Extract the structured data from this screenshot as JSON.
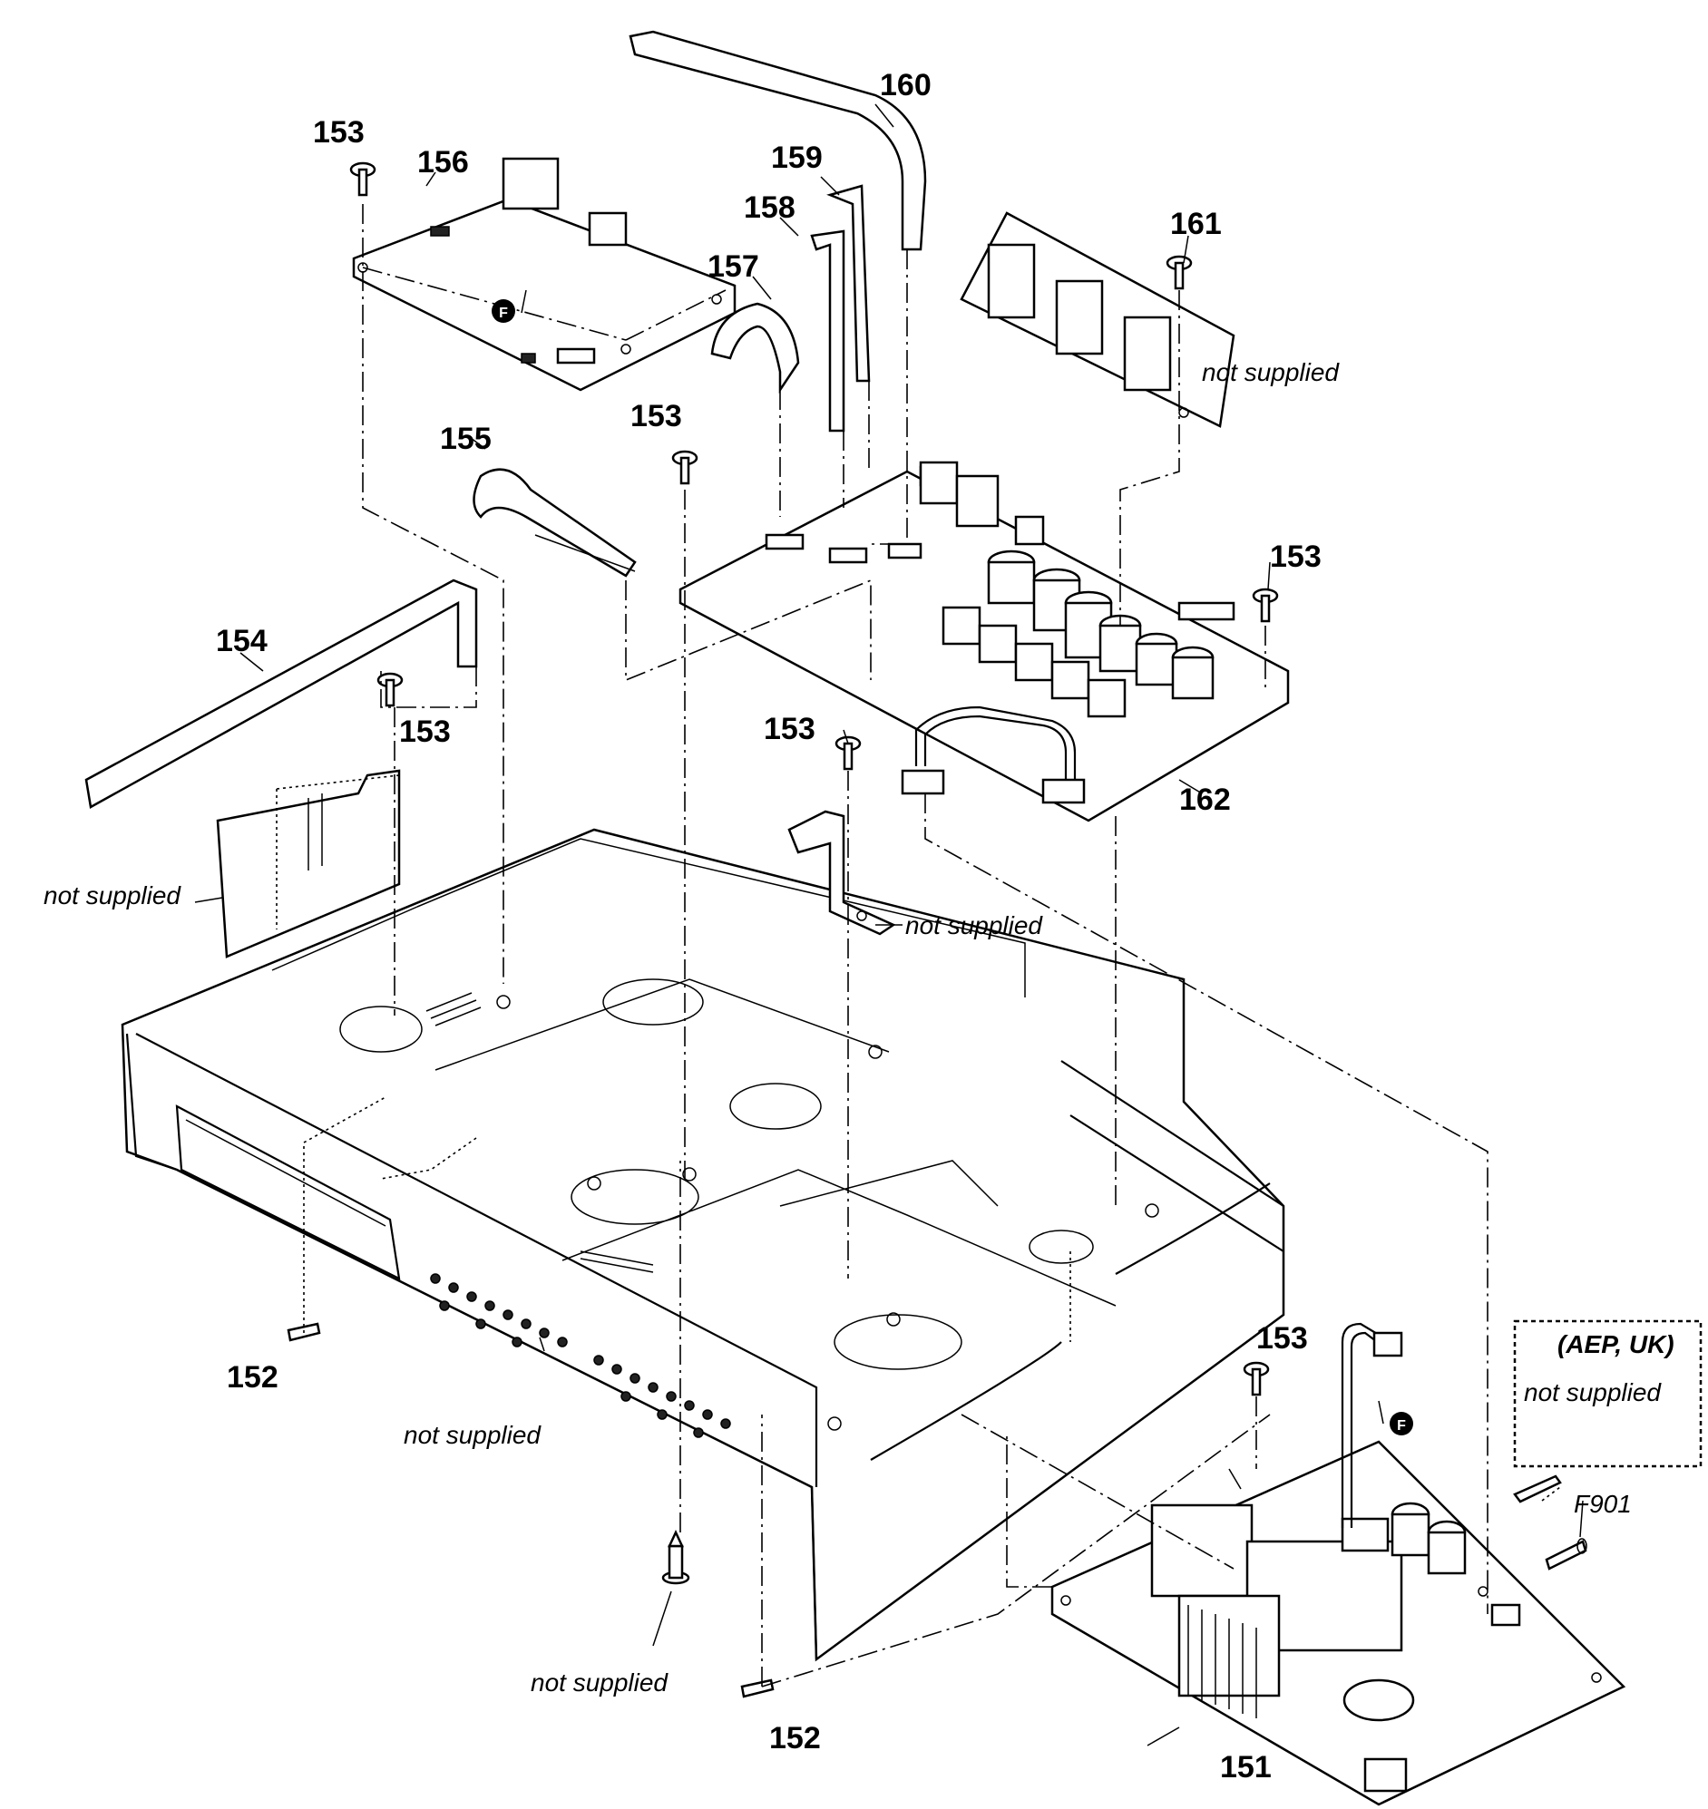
{
  "callouts": {
    "p151": "151",
    "p152_left": "152",
    "p152_bottom": "152",
    "p153_top_left": "153",
    "p153_mid": "153",
    "p153_right": "153",
    "p153_left_bracket": "153",
    "p153_center_bracket": "153",
    "p153_power": "153",
    "p154": "154",
    "p155": "155",
    "p156": "156",
    "p157": "157",
    "p158": "158",
    "p159": "159",
    "p160": "160",
    "p161": "161",
    "p162": "162",
    "f901": "F901"
  },
  "notes": {
    "not_supplied_jack_board": "not supplied",
    "not_supplied_left_bracket": "not supplied",
    "not_supplied_center_bracket": "not supplied",
    "not_supplied_rear_panel": "not supplied",
    "not_supplied_rivet": "not supplied",
    "not_supplied_fuse_label": "not supplied",
    "region_label": "(AEP, UK)"
  },
  "connector_marker": "F",
  "connector_marker_2": "F",
  "icons": {
    "screw": "screw-icon",
    "connector_marker": "circled-f-icon"
  }
}
